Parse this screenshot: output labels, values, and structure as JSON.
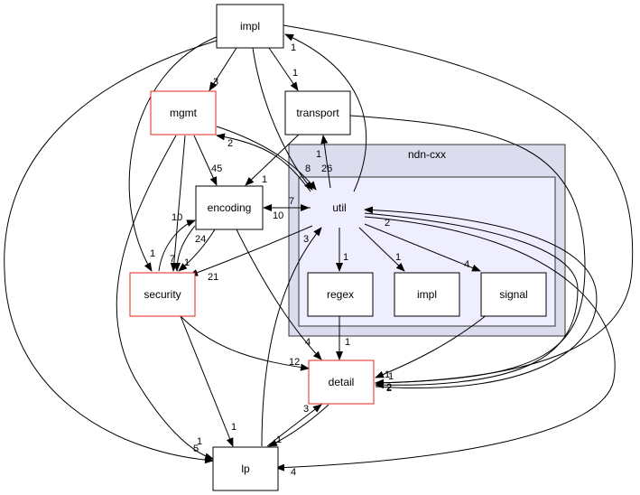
{
  "clusters": {
    "outer_label": "ndn-cxx"
  },
  "nodes": {
    "impl_top": "impl",
    "mgmt": "mgmt",
    "transport": "transport",
    "encoding": "encoding",
    "util": "util",
    "security": "security",
    "regex": "regex",
    "impl_inner": "impl",
    "signal": "signal",
    "detail": "detail",
    "lp": "lp"
  },
  "edge_labels": {
    "impl_top_util": "1",
    "impl_mgmt": "3",
    "impl_transport": "1",
    "mgmt_util_a": "2",
    "mgmt_encoding": "45",
    "mgmt_util_b": "8",
    "mgmt_util_c": "26",
    "transport_encoding": "1",
    "transport_util": "1",
    "util_encoding_a": "7",
    "util_encoding_b": "10",
    "util_detail_label": "2",
    "encoding_security_a": "10",
    "encoding_security_b": "24",
    "security_encoding_a": "1",
    "mgmt_security": "7",
    "impl_security": "1",
    "util_security": "21",
    "lp_util": "3",
    "util_regex": "1",
    "util_impl_inner": "1",
    "util_signal": "4",
    "regex_detail": "1",
    "encoding_detail": "4",
    "security_detail": "12",
    "signal_detail": "1",
    "transport_detail": "1",
    "impl_detail": "2",
    "util_detail_b": "2",
    "lp_detail": "3",
    "detail_lp": "1",
    "security_lp": "1",
    "mgmt_lp": "1",
    "impl_lp": "5",
    "util_lp": "4"
  }
}
